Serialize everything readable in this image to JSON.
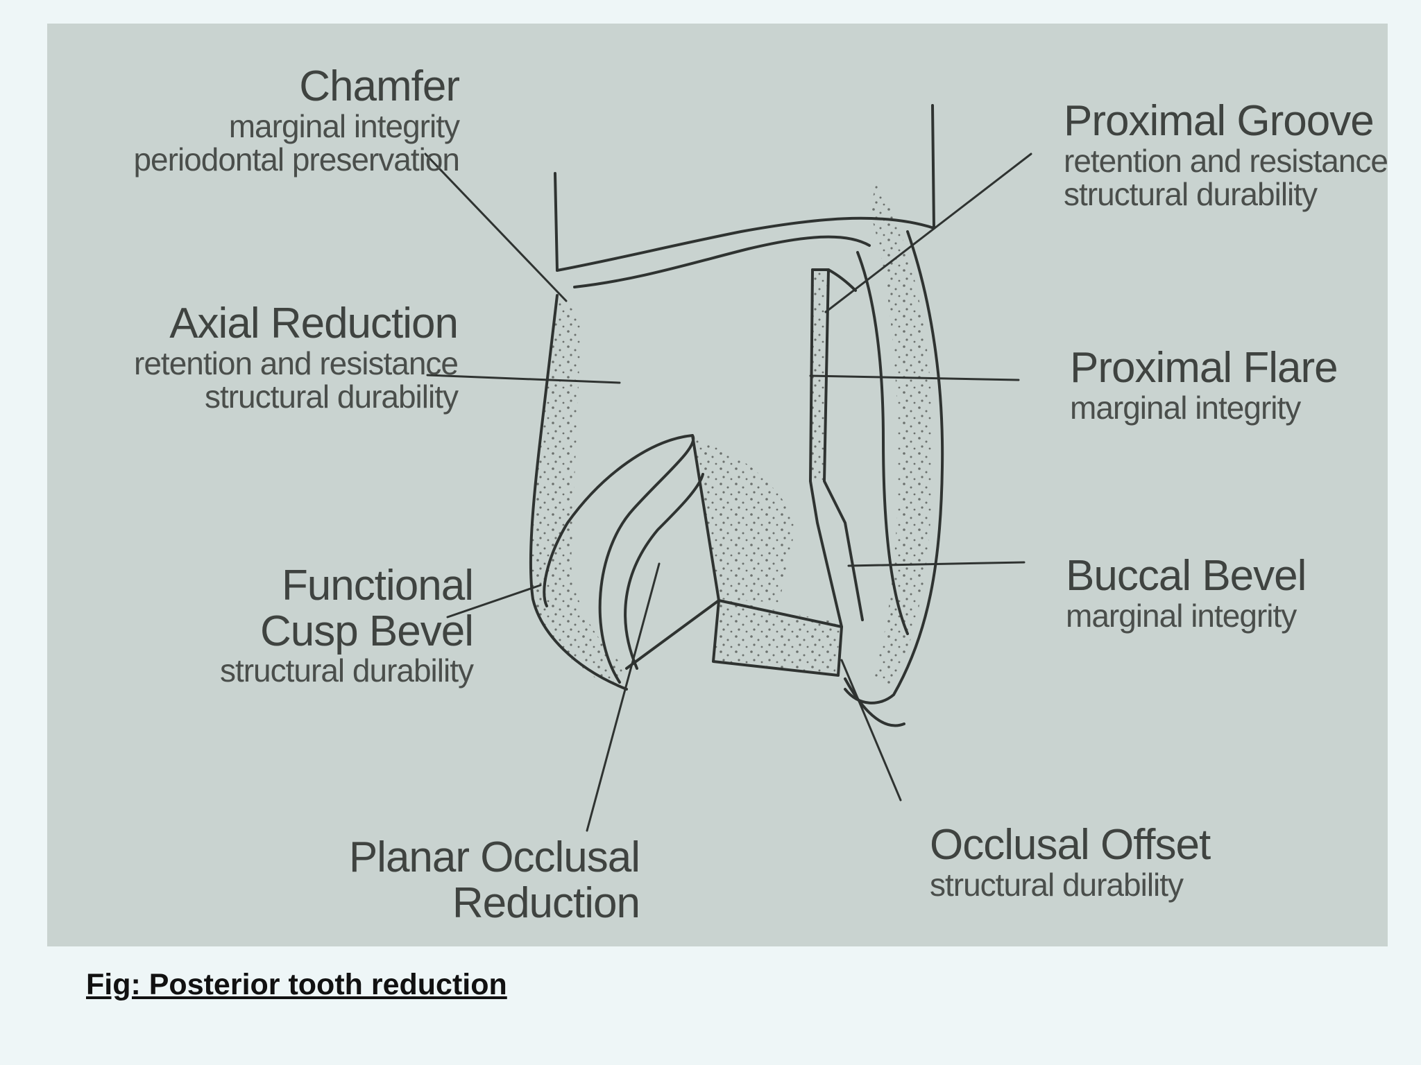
{
  "labels": {
    "chamfer": {
      "title": "Chamfer",
      "lines": [
        "marginal integrity",
        "periodontal preservation"
      ]
    },
    "axial_reduction": {
      "title": "Axial Reduction",
      "lines": [
        "retention and resistance",
        "structural durability"
      ]
    },
    "functional_cusp_bevel": {
      "title_lines": [
        "Functional",
        "Cusp Bevel"
      ],
      "lines": [
        "structural durability"
      ]
    },
    "planar_occlusal_reduction": {
      "title_lines": [
        "Planar Occlusal",
        "Reduction"
      ]
    },
    "proximal_groove": {
      "title": "Proximal Groove",
      "lines": [
        "retention and resistance",
        "structural durability"
      ]
    },
    "proximal_flare": {
      "title": "Proximal Flare",
      "lines": [
        "marginal integrity"
      ]
    },
    "buccal_bevel": {
      "title": "Buccal Bevel",
      "lines": [
        "marginal integrity"
      ]
    },
    "occlusal_offset": {
      "title": "Occlusal Offset",
      "lines": [
        "structural durability"
      ]
    }
  },
  "caption": "Fig: Posterior tooth reduction",
  "colors": {
    "panel": "#c9d3d0",
    "ink": "#3f4340",
    "page": "#eef6f7"
  }
}
